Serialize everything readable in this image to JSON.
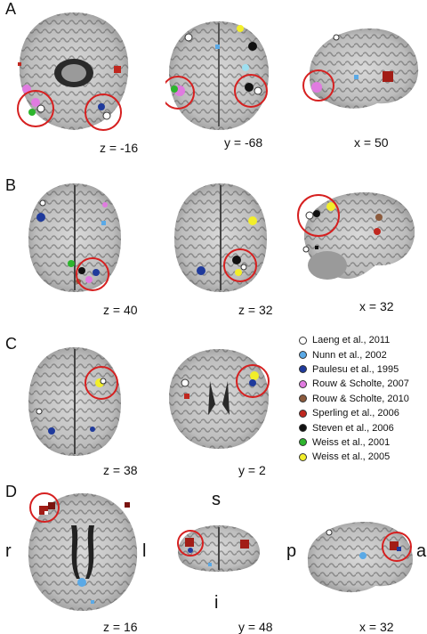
{
  "panels": [
    {
      "letter": "A",
      "slices": [
        {
          "label": "z = -16"
        },
        {
          "label": "y = -68"
        },
        {
          "label": "x = 50"
        }
      ]
    },
    {
      "letter": "B",
      "slices": [
        {
          "label": "z = 40"
        },
        {
          "label": "z = 32"
        },
        {
          "label": "x = 32"
        }
      ]
    },
    {
      "letter": "C",
      "slices": [
        {
          "label": "z = 38"
        },
        {
          "label": "y = 2"
        }
      ]
    },
    {
      "letter": "D",
      "slices": [
        {
          "label": "z = 16"
        },
        {
          "label": "y = 48"
        },
        {
          "label": "x = 32"
        }
      ]
    }
  ],
  "orientation": {
    "s": "s",
    "i": "i",
    "r": "r",
    "l": "l",
    "p": "p",
    "a": "a"
  },
  "legend": [
    {
      "label": "Laeng et al., 2011",
      "color": "#ffffff"
    },
    {
      "label": "Nunn et al., 2002",
      "color": "#5aa9e6"
    },
    {
      "label": "Paulesu et al., 1995",
      "color": "#1f3a9c"
    },
    {
      "label": "Rouw & Scholte, 2007",
      "color": "#e07be0"
    },
    {
      "label": "Rouw & Scholte, 2010",
      "color": "#8b5a3c"
    },
    {
      "label": "Sperling et al., 2006",
      "color": "#c0271f"
    },
    {
      "label": "Steven et al., 2006",
      "color": "#111111"
    },
    {
      "label": "Weiss et al., 2001",
      "color": "#2db52d"
    },
    {
      "label": "Weiss et al., 2005",
      "color": "#f2ee2a"
    }
  ]
}
